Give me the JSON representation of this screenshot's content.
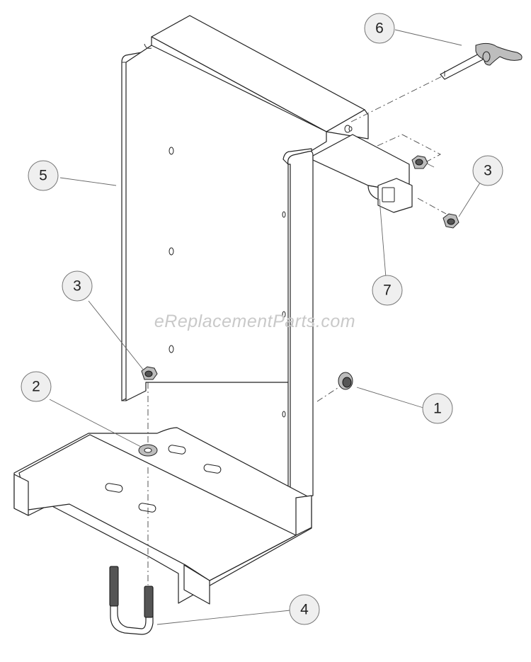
{
  "watermark": "eReplacementParts.com",
  "callouts": [
    {
      "id": "c6",
      "label": "6"
    },
    {
      "id": "c5",
      "label": "5"
    },
    {
      "id": "c3a",
      "label": "3"
    },
    {
      "id": "c7",
      "label": "7"
    },
    {
      "id": "c3b",
      "label": "3"
    },
    {
      "id": "c2",
      "label": "2"
    },
    {
      "id": "c1",
      "label": "1"
    },
    {
      "id": "c4",
      "label": "4"
    }
  ],
  "colors": {
    "line": "#222222",
    "callout_fill": "#efefef",
    "callout_stroke": "#777777",
    "watermark": "#c9c9c9"
  }
}
